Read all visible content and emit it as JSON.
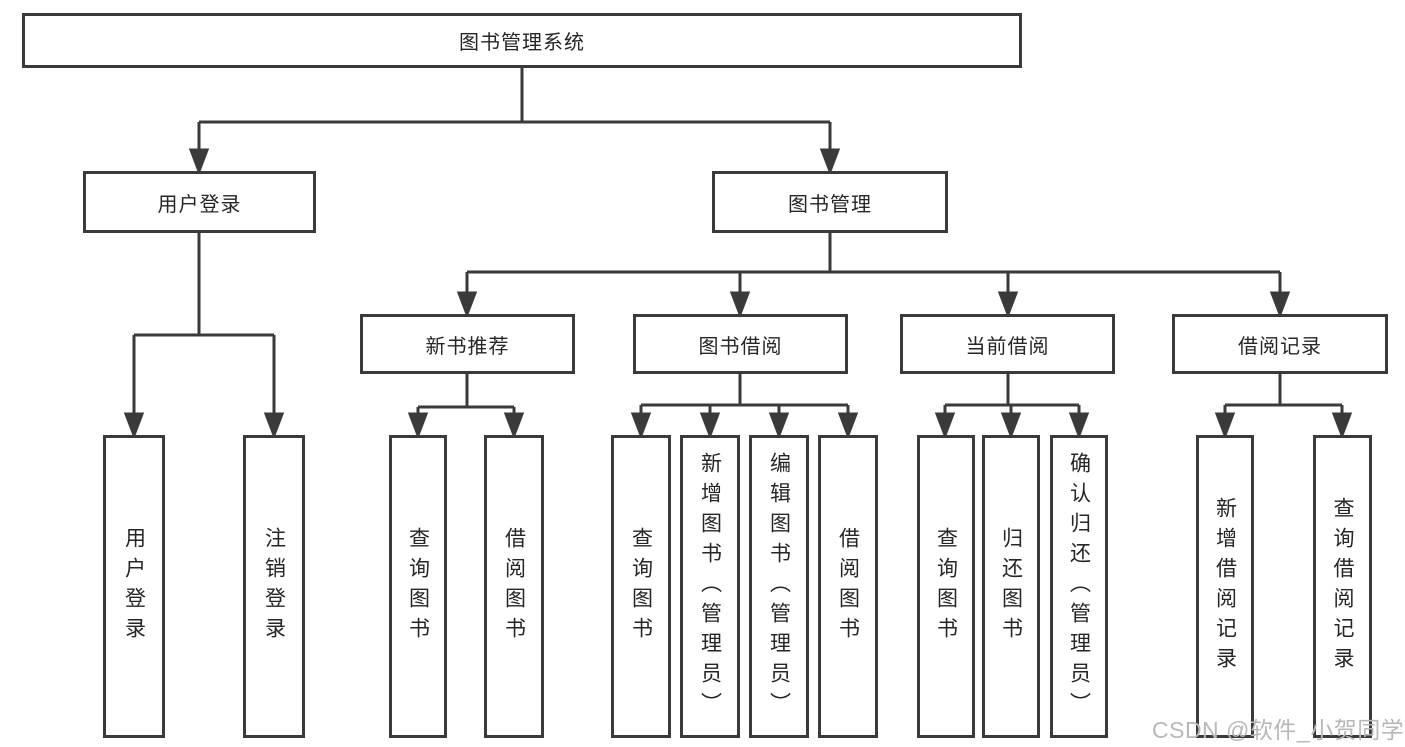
{
  "watermark": {
    "text": "CSDN @软件_小贺同学"
  },
  "colors": {
    "line": "#3a3a3a",
    "text": "#262626",
    "background": "#ffffff",
    "watermark": "#b8b8b8"
  },
  "tree": {
    "root": {
      "label": "图书管理系统"
    },
    "branches": [
      {
        "label": "用户登录",
        "children": [
          {
            "label": "用户登录"
          },
          {
            "label": "注销登录"
          }
        ]
      },
      {
        "label": "图书管理",
        "children": [
          {
            "label": "新书推荐",
            "children": [
              {
                "label": "查询图书"
              },
              {
                "label": "借阅图书"
              }
            ]
          },
          {
            "label": "图书借阅",
            "children": [
              {
                "label": "查询图书"
              },
              {
                "label": "新增图书（管理员）"
              },
              {
                "label": "编辑图书（管理员）"
              },
              {
                "label": "借阅图书"
              }
            ]
          },
          {
            "label": "当前借阅",
            "children": [
              {
                "label": "查询图书"
              },
              {
                "label": "归还图书"
              },
              {
                "label": "确认归还（管理员）"
              }
            ]
          },
          {
            "label": "借阅记录",
            "children": [
              {
                "label": "新增借阅记录"
              },
              {
                "label": "查询借阅记录"
              }
            ]
          }
        ]
      }
    ]
  }
}
